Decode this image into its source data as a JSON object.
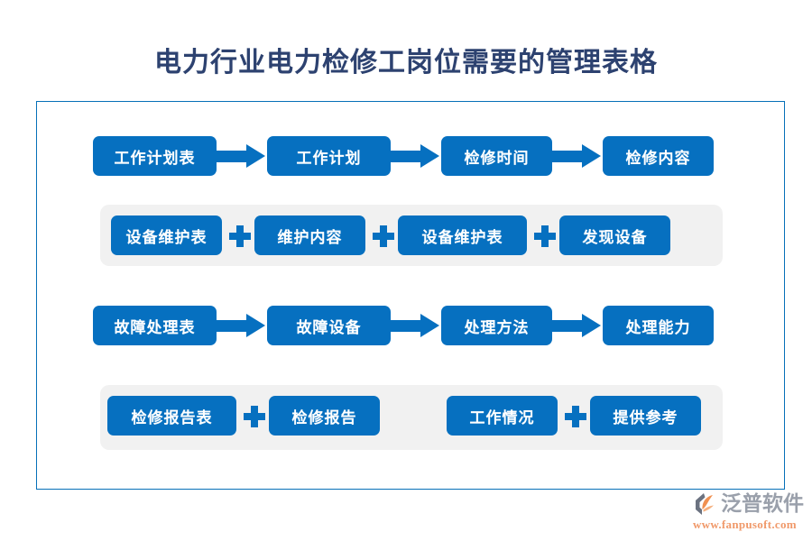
{
  "page": {
    "title": "电力行业电力检修工岗位需要的管理表格",
    "title_color": "#2d4270",
    "panel_border_color": "#0670b8",
    "box_color": "#0670c0",
    "band_color": "#f1f1f1",
    "background": "#ffffff"
  },
  "flow": {
    "rows": [
      {
        "id": "row-work-plan",
        "connector": "arrow",
        "banded": false,
        "boxes": [
          {
            "label": "工作计划表"
          },
          {
            "label": "工作计划"
          },
          {
            "label": "检修时间"
          },
          {
            "label": "检修内容"
          }
        ]
      },
      {
        "id": "row-equipment-maintenance",
        "connector": "plus",
        "banded": true,
        "boxes": [
          {
            "label": "设备维护表"
          },
          {
            "label": "维护内容"
          },
          {
            "label": "设备维护表"
          },
          {
            "label": "发现设备"
          }
        ]
      },
      {
        "id": "row-fault-handling",
        "connector": "arrow",
        "banded": false,
        "boxes": [
          {
            "label": "故障处理表"
          },
          {
            "label": "故障设备"
          },
          {
            "label": "处理方法"
          },
          {
            "label": "处理能力"
          }
        ]
      },
      {
        "id": "row-inspection-report",
        "connector": "plus",
        "banded": true,
        "boxes": [
          {
            "label": "检修报告表"
          },
          {
            "label": "检修报告"
          },
          {
            "label": "工作情况"
          },
          {
            "label": "提供参考"
          }
        ]
      }
    ]
  },
  "logo": {
    "brand": "泛普软件",
    "url": "www.fanpusoft.com",
    "brand_color": "#9aa0ab",
    "url_color": "#f0996a",
    "mark_accent": "#f09050",
    "mark_dark": "#6b7280"
  }
}
